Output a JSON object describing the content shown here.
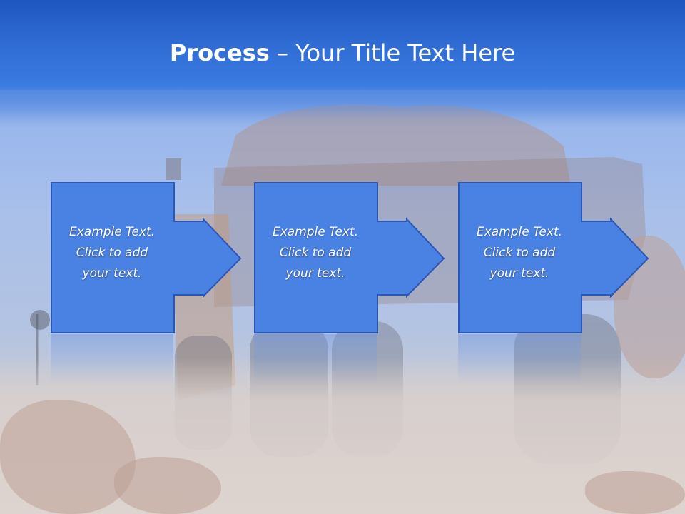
{
  "slide": {
    "title_bold": "Process",
    "title_rest": " – Your Title Text Here"
  },
  "steps": [
    {
      "text": "Example Text.\nClick  to add\nyour text."
    },
    {
      "text": "Example Text.\nClick  to add\nyour text."
    },
    {
      "text": "Example Text.\nClick  to add\nyour text."
    }
  ],
  "colors": {
    "box_fill": "#4a82e4",
    "box_border": "#2a56b5",
    "header": "#2f6bd3"
  }
}
